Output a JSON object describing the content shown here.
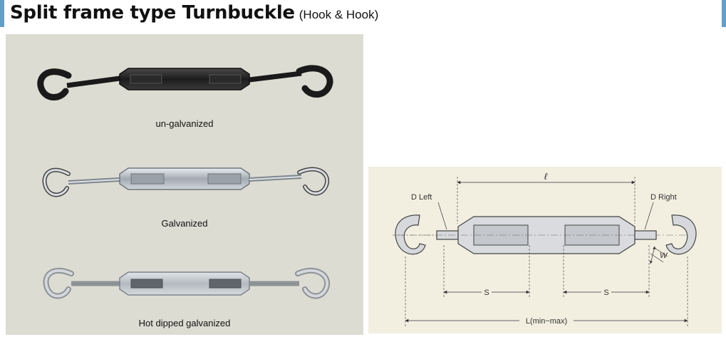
{
  "title": {
    "main": "Split frame type Turnbuckle",
    "sub": "(Hook & Hook)"
  },
  "photos": [
    {
      "caption": "un-galvanized",
      "finish_color": "#2a2a2a"
    },
    {
      "caption": "Galvanized",
      "finish_color": "#b9bec4"
    },
    {
      "caption": "Hot dipped galvanized",
      "finish_color": "#c7cbcf"
    }
  ],
  "diagram": {
    "labels": {
      "length": "ℓ",
      "d_left": "D Left",
      "d_right": "D Right",
      "width": "W",
      "s_left": "S",
      "s_right": "S",
      "overall": "L(min~max)"
    }
  },
  "colors": {
    "accent": "#63a0c9",
    "photo_bg": "#dcdcd2",
    "diagram_bg": "#f2efe1"
  }
}
